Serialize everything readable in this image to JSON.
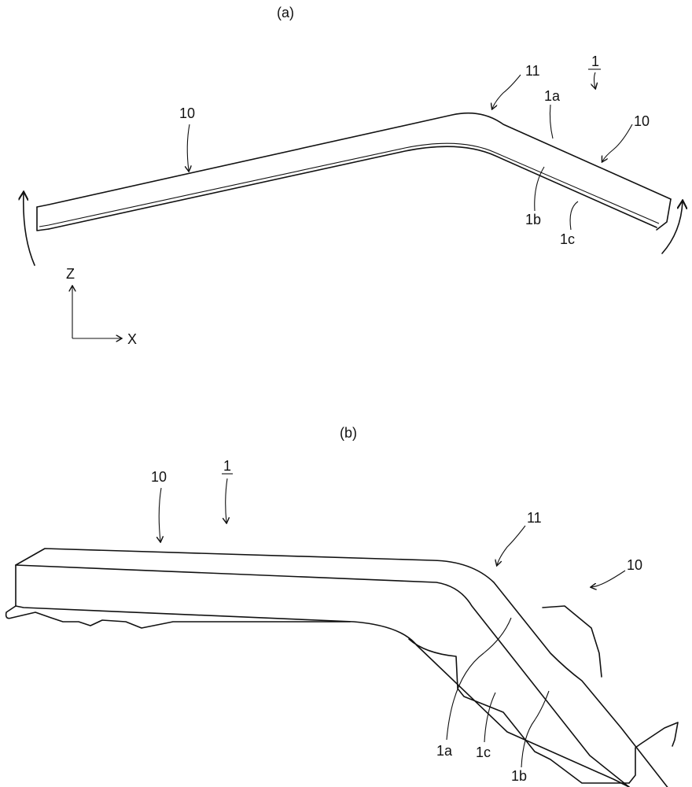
{
  "panel_a": {
    "caption": "(a)",
    "ref_part": "1",
    "ref_bend": "11",
    "ref_straight_left": "10",
    "ref_straight_right": "10",
    "ref_1a": "1a",
    "ref_1b": "1b",
    "ref_1c": "1c",
    "axis_z": "Z",
    "axis_x": "X"
  },
  "panel_b": {
    "caption": "(b)",
    "ref_part": "1",
    "ref_bend": "11",
    "ref_straight_left": "10",
    "ref_straight_right": "10",
    "ref_1a": "1a",
    "ref_1b": "1b",
    "ref_1c": "1c"
  }
}
